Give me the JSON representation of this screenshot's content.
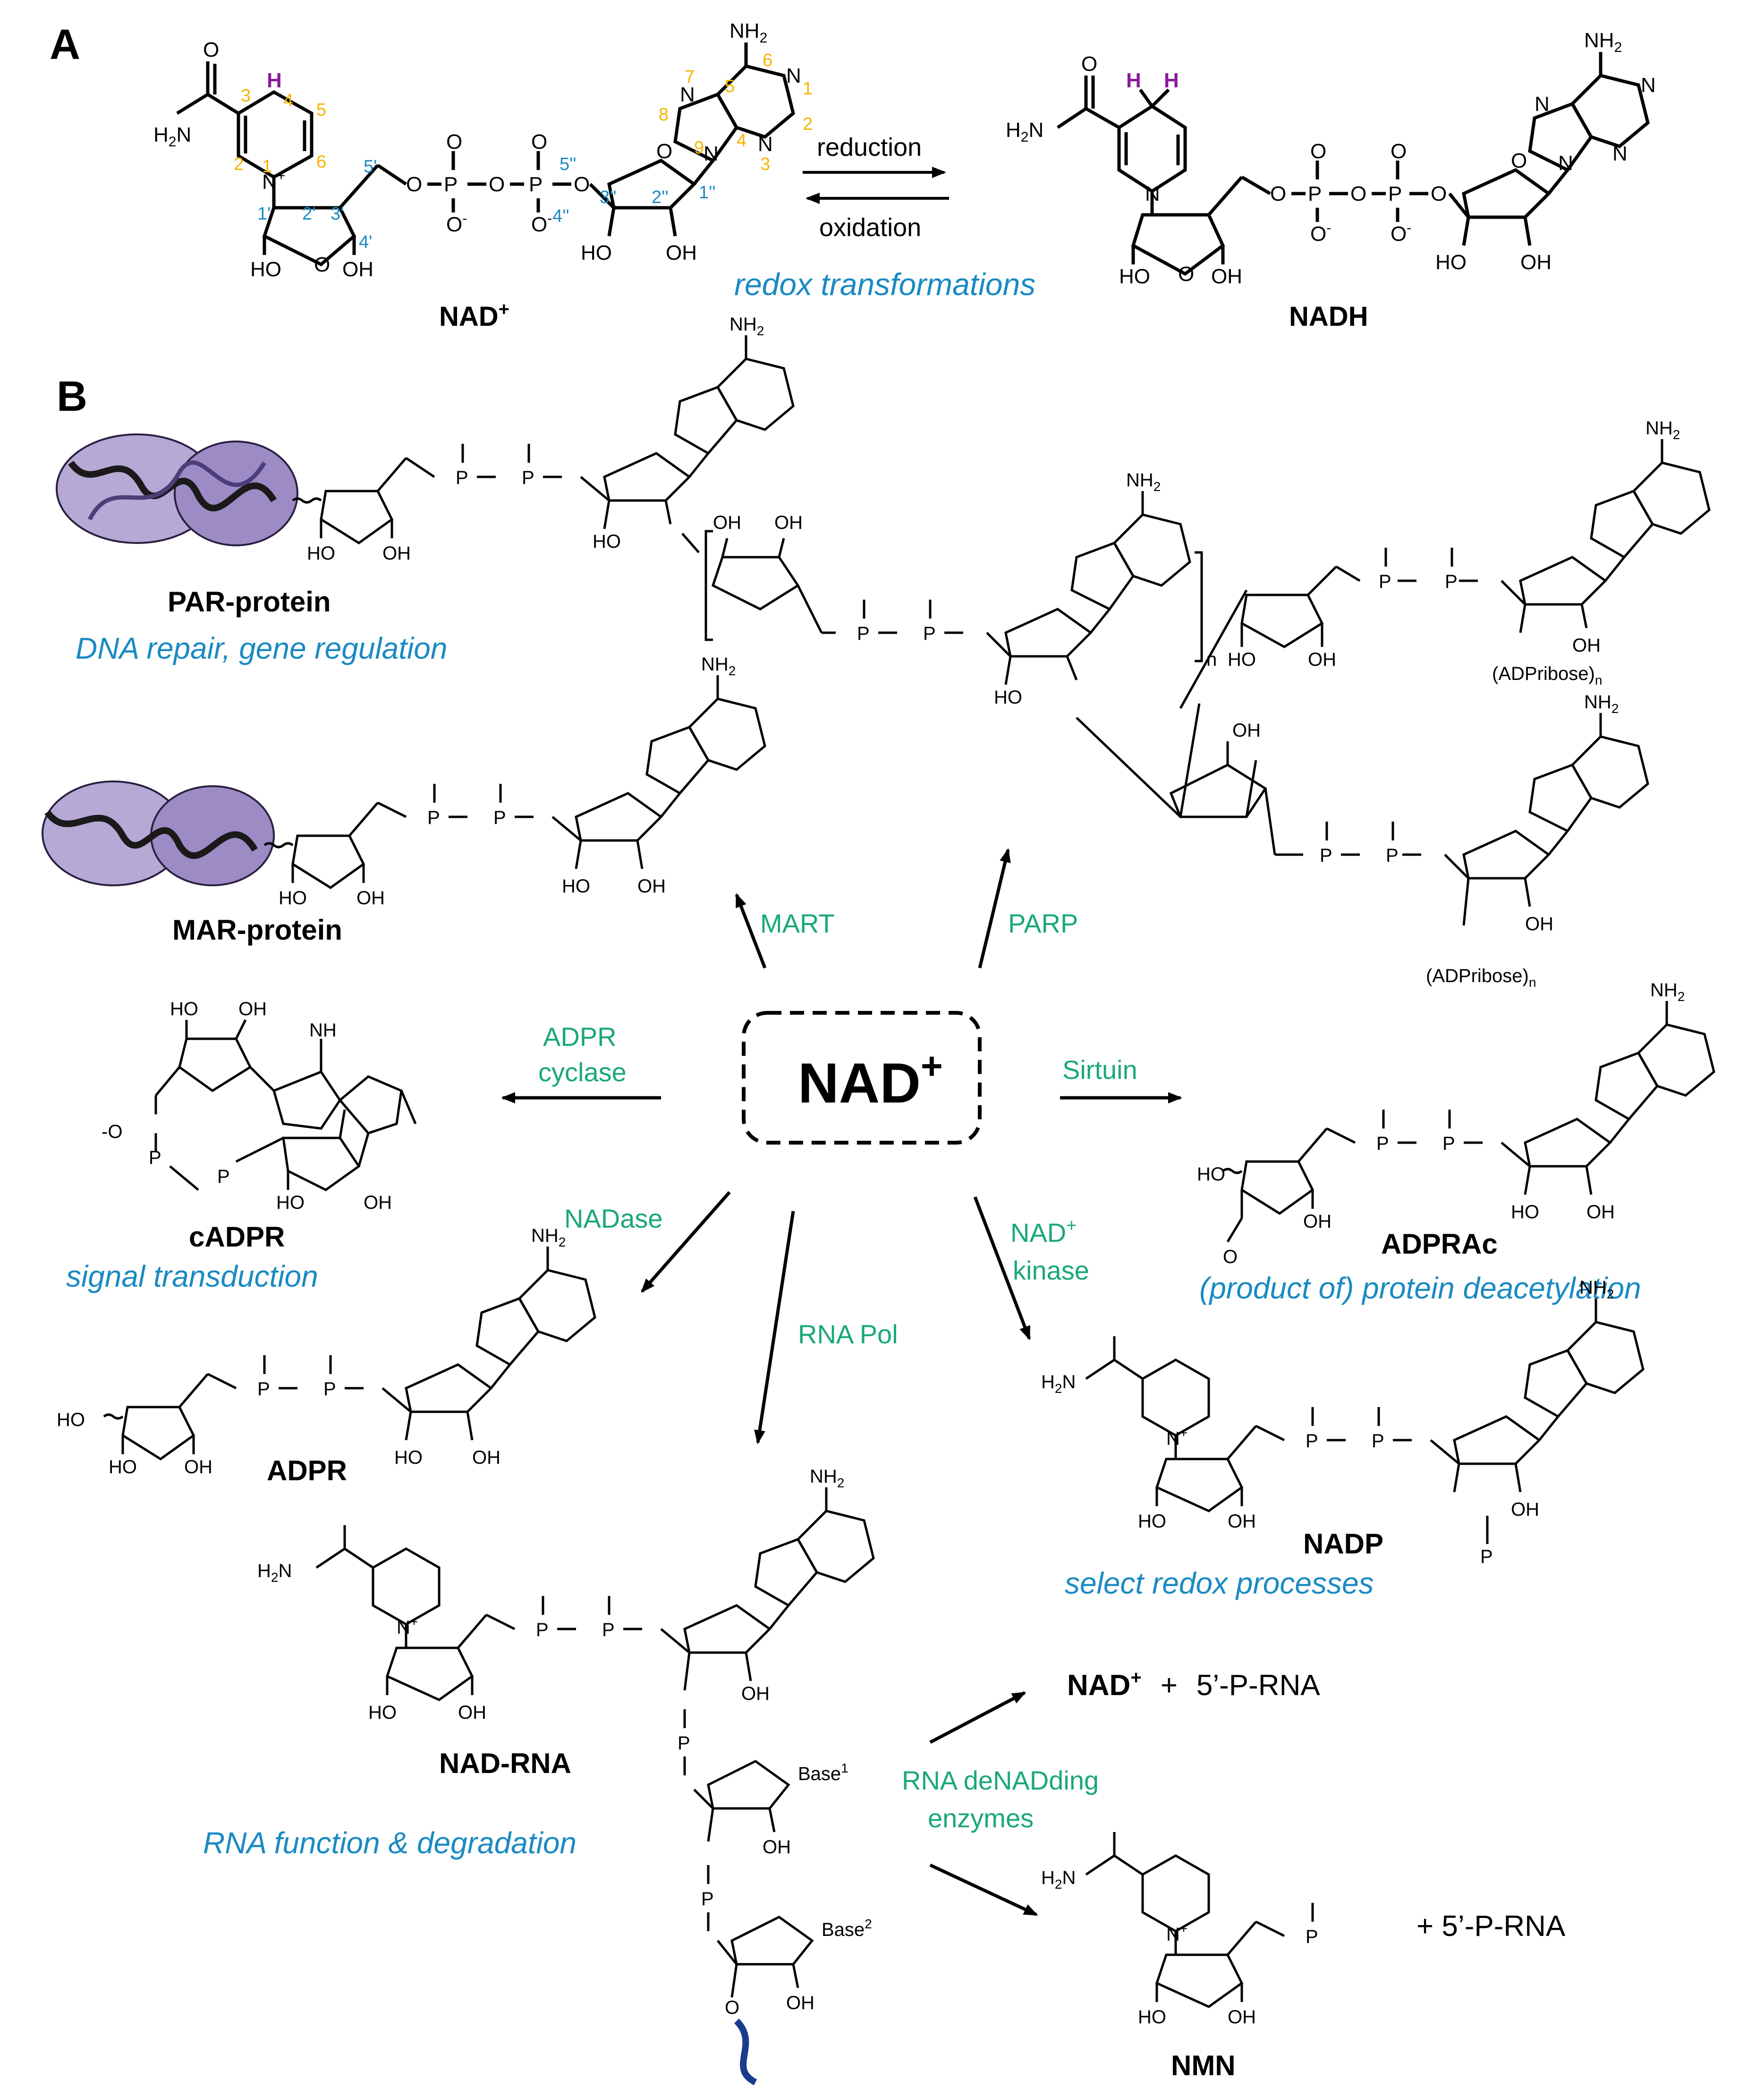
{
  "panel_a": {
    "letter": "A",
    "nad_label": "NAD",
    "nad_sup": "+",
    "nadh_label": "NADH",
    "reduction": "reduction",
    "oxidation": "oxidation",
    "caption": "redox transformations",
    "atom_H": "H",
    "nicotinamide_numbers": [
      "1",
      "2",
      "3",
      "4",
      "5",
      "6"
    ],
    "ribose_numbers": [
      "1'",
      "2'",
      "3'",
      "4'",
      "5'"
    ],
    "adenine_numbers": [
      "1",
      "2",
      "3",
      "4",
      "5",
      "6",
      "7",
      "8",
      "9"
    ],
    "adenosine_ribose_numbers": [
      "1''",
      "2''",
      "3''",
      "4''",
      "5''"
    ]
  },
  "panel_b": {
    "letter": "B",
    "center_label": "NAD",
    "center_sup": "+",
    "products": {
      "par_protein": {
        "name": "PAR-protein",
        "role": "DNA repair, gene regulation",
        "repeat": "n",
        "branch_label": "(ADPribose)",
        "branch_sub": "n"
      },
      "mar_protein": {
        "name": "MAR-protein"
      },
      "cadpr": {
        "name": "cADPR",
        "role": "signal transduction"
      },
      "adpr": {
        "name": "ADPR"
      },
      "adprac": {
        "name": "ADPRAc",
        "role": "(product of) protein deacetylation"
      },
      "nadp": {
        "name": "NADP",
        "role": "select redox processes"
      },
      "nad_rna": {
        "name": "NAD-RNA",
        "role": "RNA function & degradation",
        "base1": "Base",
        "base1_sup": "1",
        "base2": "Base",
        "base2_sup": "2"
      },
      "nmn": {
        "name": "NMN"
      }
    },
    "enzymes": {
      "mart": "MART",
      "parp": "PARP",
      "adpr_cyclase_1": "ADPR",
      "adpr_cyclase_2": "cyclase",
      "sirtuin": "Sirtuin",
      "nadase": "NADase",
      "nad_kinase_1": "NAD",
      "nad_kinase_sup": "+",
      "nad_kinase_2": "kinase",
      "rna_pol": "RNA Pol",
      "denadding_1": "RNA deNADding",
      "denadding_2": "enzymes"
    },
    "denadding_products": {
      "top_nad": "NAD",
      "top_sup": "+",
      "top_plus": "+",
      "top_rna": "5’-P-RNA",
      "bottom_rna": "+ 5’-P-RNA"
    }
  },
  "chem_text": {
    "nh2": "NH",
    "sub2": "2",
    "h2n": "H",
    "oh": "OH",
    "ho": "HO",
    "o": "O",
    "p": "P",
    "n": "N",
    "nh": "NH",
    "ominus": "O",
    "minus": "-"
  },
  "colors": {
    "number_orange": "#f5b400",
    "number_blue": "#1a8ac3",
    "hydrogen_purple": "#8b1a9b",
    "caption_blue": "#1a8ac3",
    "enzyme_green": "#1aa878",
    "protein_purple": "#8b7ab8",
    "rna_strand": "#1a3c8c"
  }
}
